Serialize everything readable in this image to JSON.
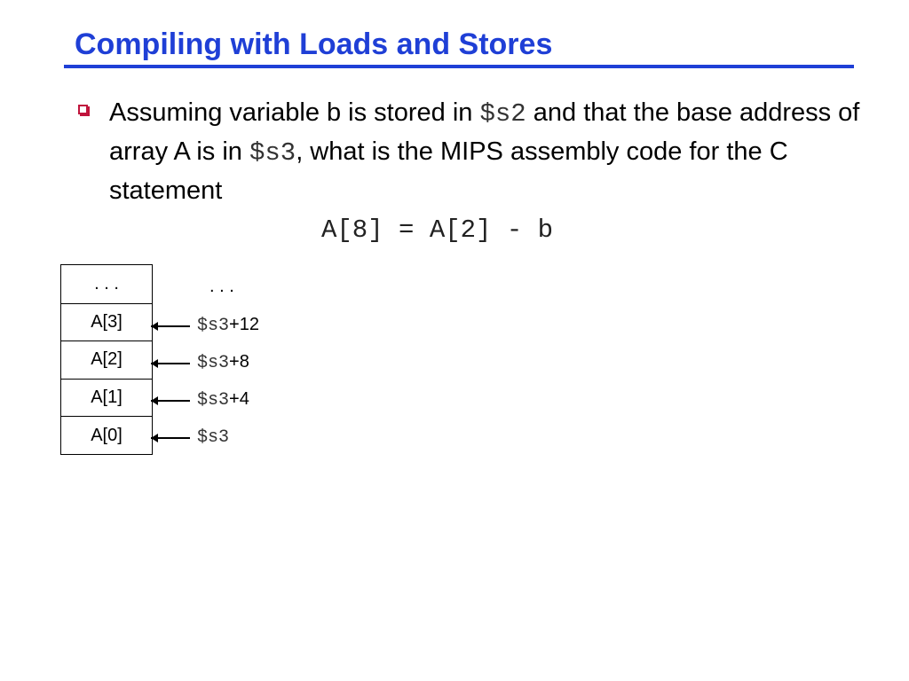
{
  "slide": {
    "title": "Compiling with Loads and Stores",
    "bullet": {
      "text_1": "Assuming variable b is stored in ",
      "code_1": "$s2",
      "text_2": " and that the base address of array A is in ",
      "code_2": "$s3",
      "text_3": ", what is the MIPS assembly code for the C statement"
    },
    "statement": "A[8] = A[2] - b",
    "memory": {
      "cells": [
        ". . .",
        "A[3]",
        "A[2]",
        "A[1]",
        "A[0]"
      ],
      "top_dots": ". . .",
      "addresses": [
        {
          "reg": "$s3",
          "offset": "+12"
        },
        {
          "reg": "$s3",
          "offset": "+8"
        },
        {
          "reg": "$s3",
          "offset": "+4"
        },
        {
          "reg": "$s3",
          "offset": ""
        }
      ]
    },
    "colors": {
      "title": "#1f3fd6",
      "bullet": "#c0143c"
    }
  }
}
